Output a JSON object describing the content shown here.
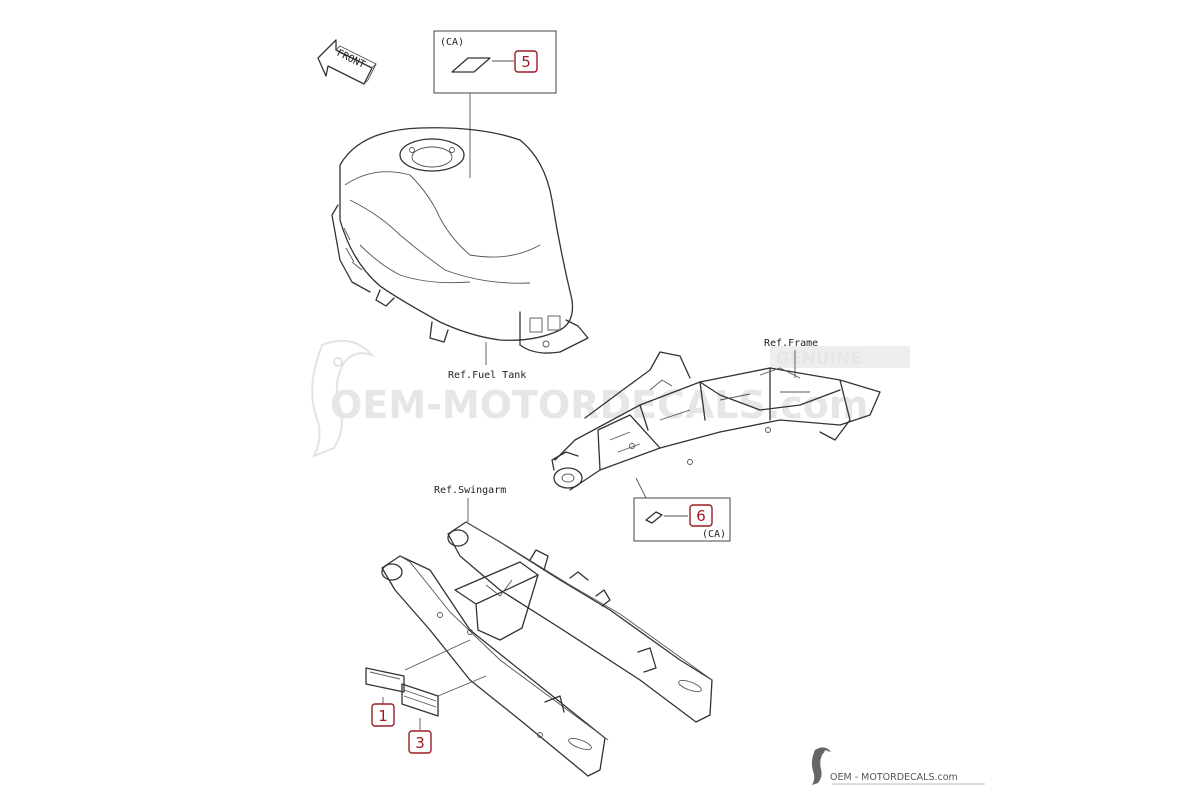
{
  "front_arrow": {
    "label": "FRONT"
  },
  "references": {
    "fuel_tank": "Ref.Fuel Tank",
    "frame": "Ref.Frame",
    "swingarm": "Ref.Swingarm"
  },
  "callouts": [
    {
      "number": "5",
      "variant": "(CA)"
    },
    {
      "number": "6",
      "variant": "(CA)"
    },
    {
      "number": "1"
    },
    {
      "number": "3"
    }
  ],
  "watermark": {
    "text": "OEM-MOTORDECALS.com",
    "badge": "GENUINE",
    "color": "#e6e6e6"
  },
  "brand": {
    "text": "OEM - MOTORDECALS.com"
  },
  "colors": {
    "callout": "#9b1c22",
    "line": "#333333"
  }
}
